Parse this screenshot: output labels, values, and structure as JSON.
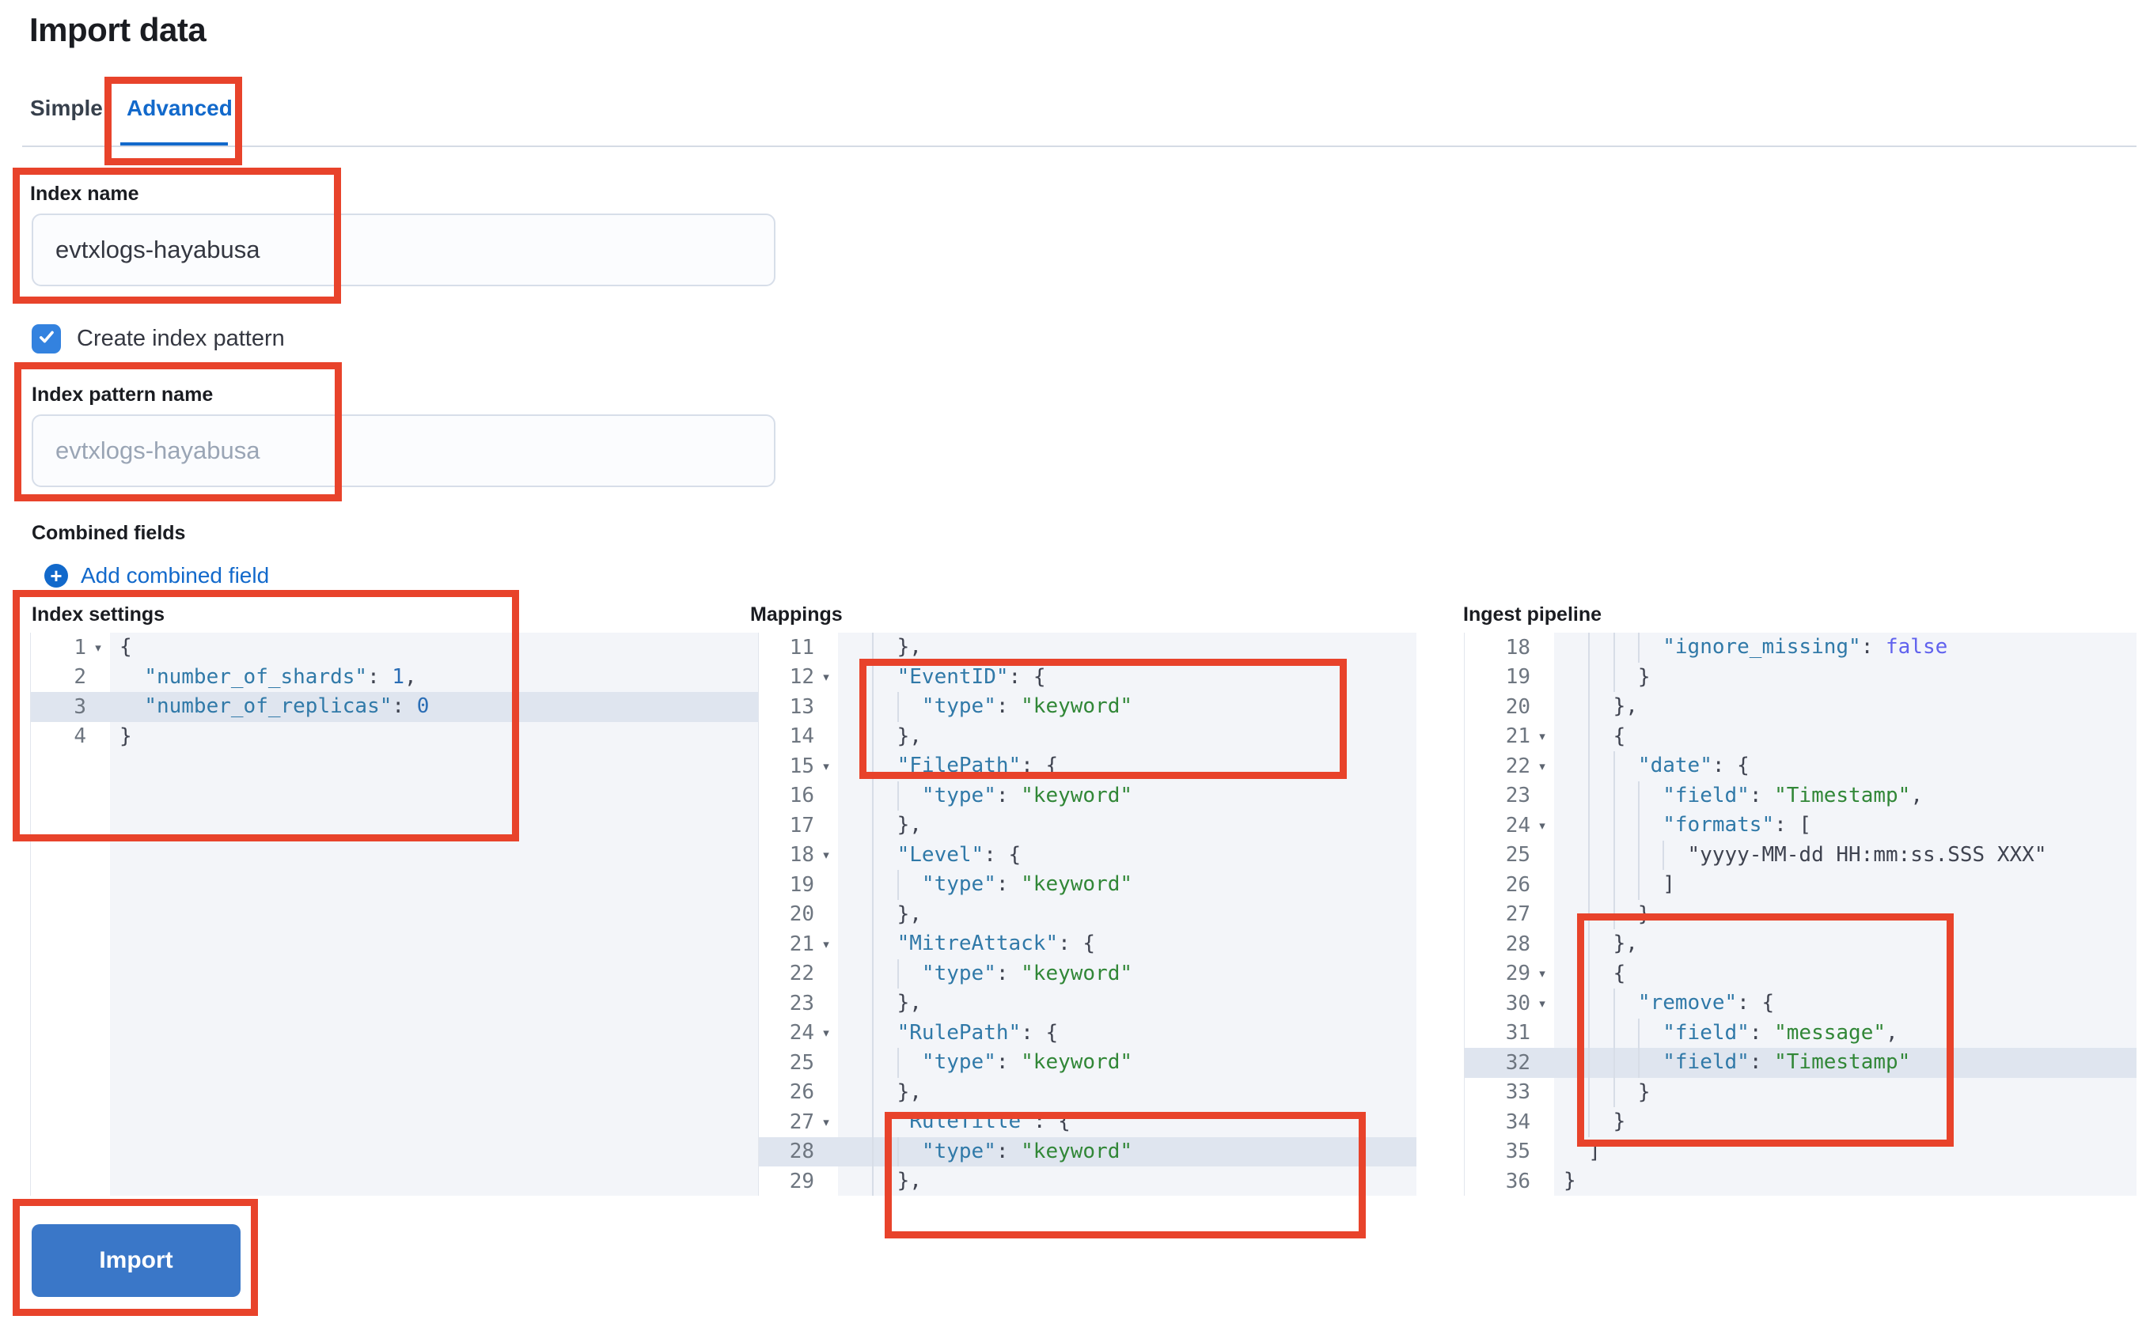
{
  "page": {
    "title": "Import data"
  },
  "tabs": [
    {
      "id": "simple",
      "label": "Simple",
      "active": false
    },
    {
      "id": "advanced",
      "label": "Advanced",
      "active": true
    }
  ],
  "form": {
    "index_name": {
      "label": "Index name",
      "value": "evtxlogs-hayabusa"
    },
    "create_index_pattern": {
      "label": "Create index pattern",
      "checked": true
    },
    "index_pattern_name": {
      "label": "Index pattern name",
      "placeholder": "evtxlogs-hayabusa"
    },
    "combined_fields": {
      "label": "Combined fields",
      "add_label": "Add combined field"
    }
  },
  "editors": [
    {
      "id": "index-settings",
      "label": "Index settings",
      "active_line": 3,
      "lines": [
        {
          "n": 1,
          "t": "{",
          "fold": true
        },
        {
          "n": 2,
          "t": "  \"number_of_shards\": 1,"
        },
        {
          "n": 3,
          "t": "  \"number_of_replicas\": 0"
        },
        {
          "n": 4,
          "t": "}"
        }
      ]
    },
    {
      "id": "mappings",
      "label": "Mappings",
      "active_line": 28,
      "lines": [
        {
          "n": 11,
          "t": "    },"
        },
        {
          "n": 12,
          "t": "    \"EventID\": {",
          "fold": true
        },
        {
          "n": 13,
          "t": "      \"type\": \"keyword\""
        },
        {
          "n": 14,
          "t": "    },"
        },
        {
          "n": 15,
          "t": "    \"FilePath\": {",
          "fold": true
        },
        {
          "n": 16,
          "t": "      \"type\": \"keyword\""
        },
        {
          "n": 17,
          "t": "    },"
        },
        {
          "n": 18,
          "t": "    \"Level\": {",
          "fold": true
        },
        {
          "n": 19,
          "t": "      \"type\": \"keyword\""
        },
        {
          "n": 20,
          "t": "    },"
        },
        {
          "n": 21,
          "t": "    \"MitreAttack\": {",
          "fold": true
        },
        {
          "n": 22,
          "t": "      \"type\": \"keyword\""
        },
        {
          "n": 23,
          "t": "    },"
        },
        {
          "n": 24,
          "t": "    \"RulePath\": {",
          "fold": true
        },
        {
          "n": 25,
          "t": "      \"type\": \"keyword\""
        },
        {
          "n": 26,
          "t": "    },"
        },
        {
          "n": 27,
          "t": "    \"RuleTitle\": {",
          "fold": true
        },
        {
          "n": 28,
          "t": "      \"type\": \"keyword\""
        },
        {
          "n": 29,
          "t": "    },"
        }
      ]
    },
    {
      "id": "ingest-pipeline",
      "label": "Ingest pipeline",
      "active_line": 32,
      "lines": [
        {
          "n": 18,
          "t": "        \"ignore_missing\": false"
        },
        {
          "n": 19,
          "t": "      }"
        },
        {
          "n": 20,
          "t": "    },"
        },
        {
          "n": 21,
          "t": "    {",
          "fold": true
        },
        {
          "n": 22,
          "t": "      \"date\": {",
          "fold": true
        },
        {
          "n": 23,
          "t": "        \"field\": \"Timestamp\","
        },
        {
          "n": 24,
          "t": "        \"formats\": [",
          "fold": true
        },
        {
          "n": 25,
          "t": "          \"yyyy-MM-dd HH:mm:ss.SSS XXX\""
        },
        {
          "n": 26,
          "t": "        ]"
        },
        {
          "n": 27,
          "t": "      }"
        },
        {
          "n": 28,
          "t": "    },"
        },
        {
          "n": 29,
          "t": "    {",
          "fold": true
        },
        {
          "n": 30,
          "t": "      \"remove\": {",
          "fold": true
        },
        {
          "n": 31,
          "t": "        \"field\": \"message\","
        },
        {
          "n": 32,
          "t": "        \"field\": \"Timestamp\""
        },
        {
          "n": 33,
          "t": "      }"
        },
        {
          "n": 34,
          "t": "    }"
        },
        {
          "n": 35,
          "t": "  ]"
        },
        {
          "n": 36,
          "t": "}"
        }
      ]
    }
  ],
  "import_button": {
    "label": "Import"
  },
  "annotations": [
    "advanced-tab",
    "index-name-field",
    "index-pattern-name-field",
    "index-settings-editor",
    "mappings-eventid-block",
    "mappings-ruletitle-block",
    "ingest-remove-block",
    "import-button"
  ],
  "colors": {
    "accent_blue": "#1269cb",
    "button_blue": "#3a77c8",
    "annotation_red": "#e8432b",
    "token_key": "#3079a8",
    "token_string": "#318737",
    "token_number": "#2a6db5",
    "token_boolean": "#6062ee",
    "active_line_bg": "#dfe5ef"
  }
}
